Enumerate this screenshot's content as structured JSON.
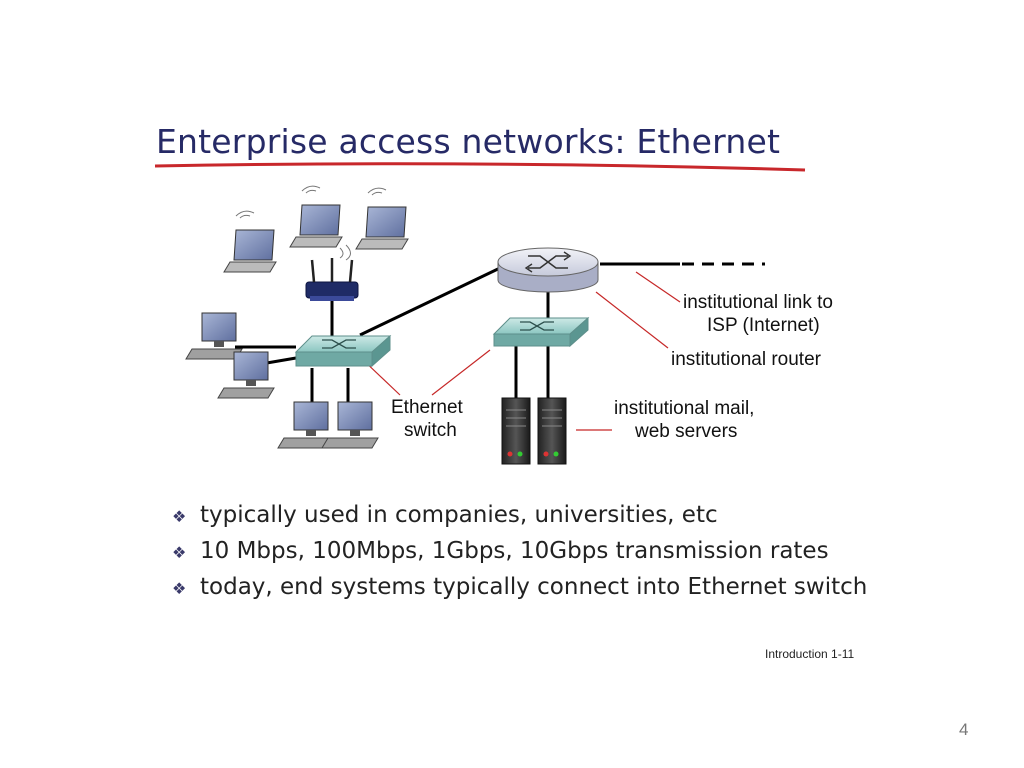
{
  "slide": {
    "title": "Enterprise access networks: Ethernet",
    "title_underline_color": "#c8272b",
    "title_color": "#262a66"
  },
  "diagram": {
    "labels": {
      "link": "institutional link to",
      "link2": "ISP (Internet)",
      "router": "institutional router",
      "switch": "Ethernet",
      "switch2": "switch",
      "servers": "institutional mail,",
      "servers2": "web servers"
    },
    "colors": {
      "switch": "#9fd0cc",
      "router": "#d8dbe8",
      "pointer": "#c62828",
      "cable": "#000000"
    },
    "icons": [
      "laptop-icon",
      "wireless-router-icon",
      "desktop-pc-icon",
      "ethernet-switch-icon",
      "router-icon",
      "server-icon"
    ]
  },
  "bullets": [
    "typically used in companies, universities, etc",
    "10 Mbps, 100Mbps, 1Gbps, 10Gbps transmission rates",
    "today, end systems typically connect into Ethernet switch"
  ],
  "footer": {
    "source": "Introduction 1-11",
    "page_number": "4"
  }
}
